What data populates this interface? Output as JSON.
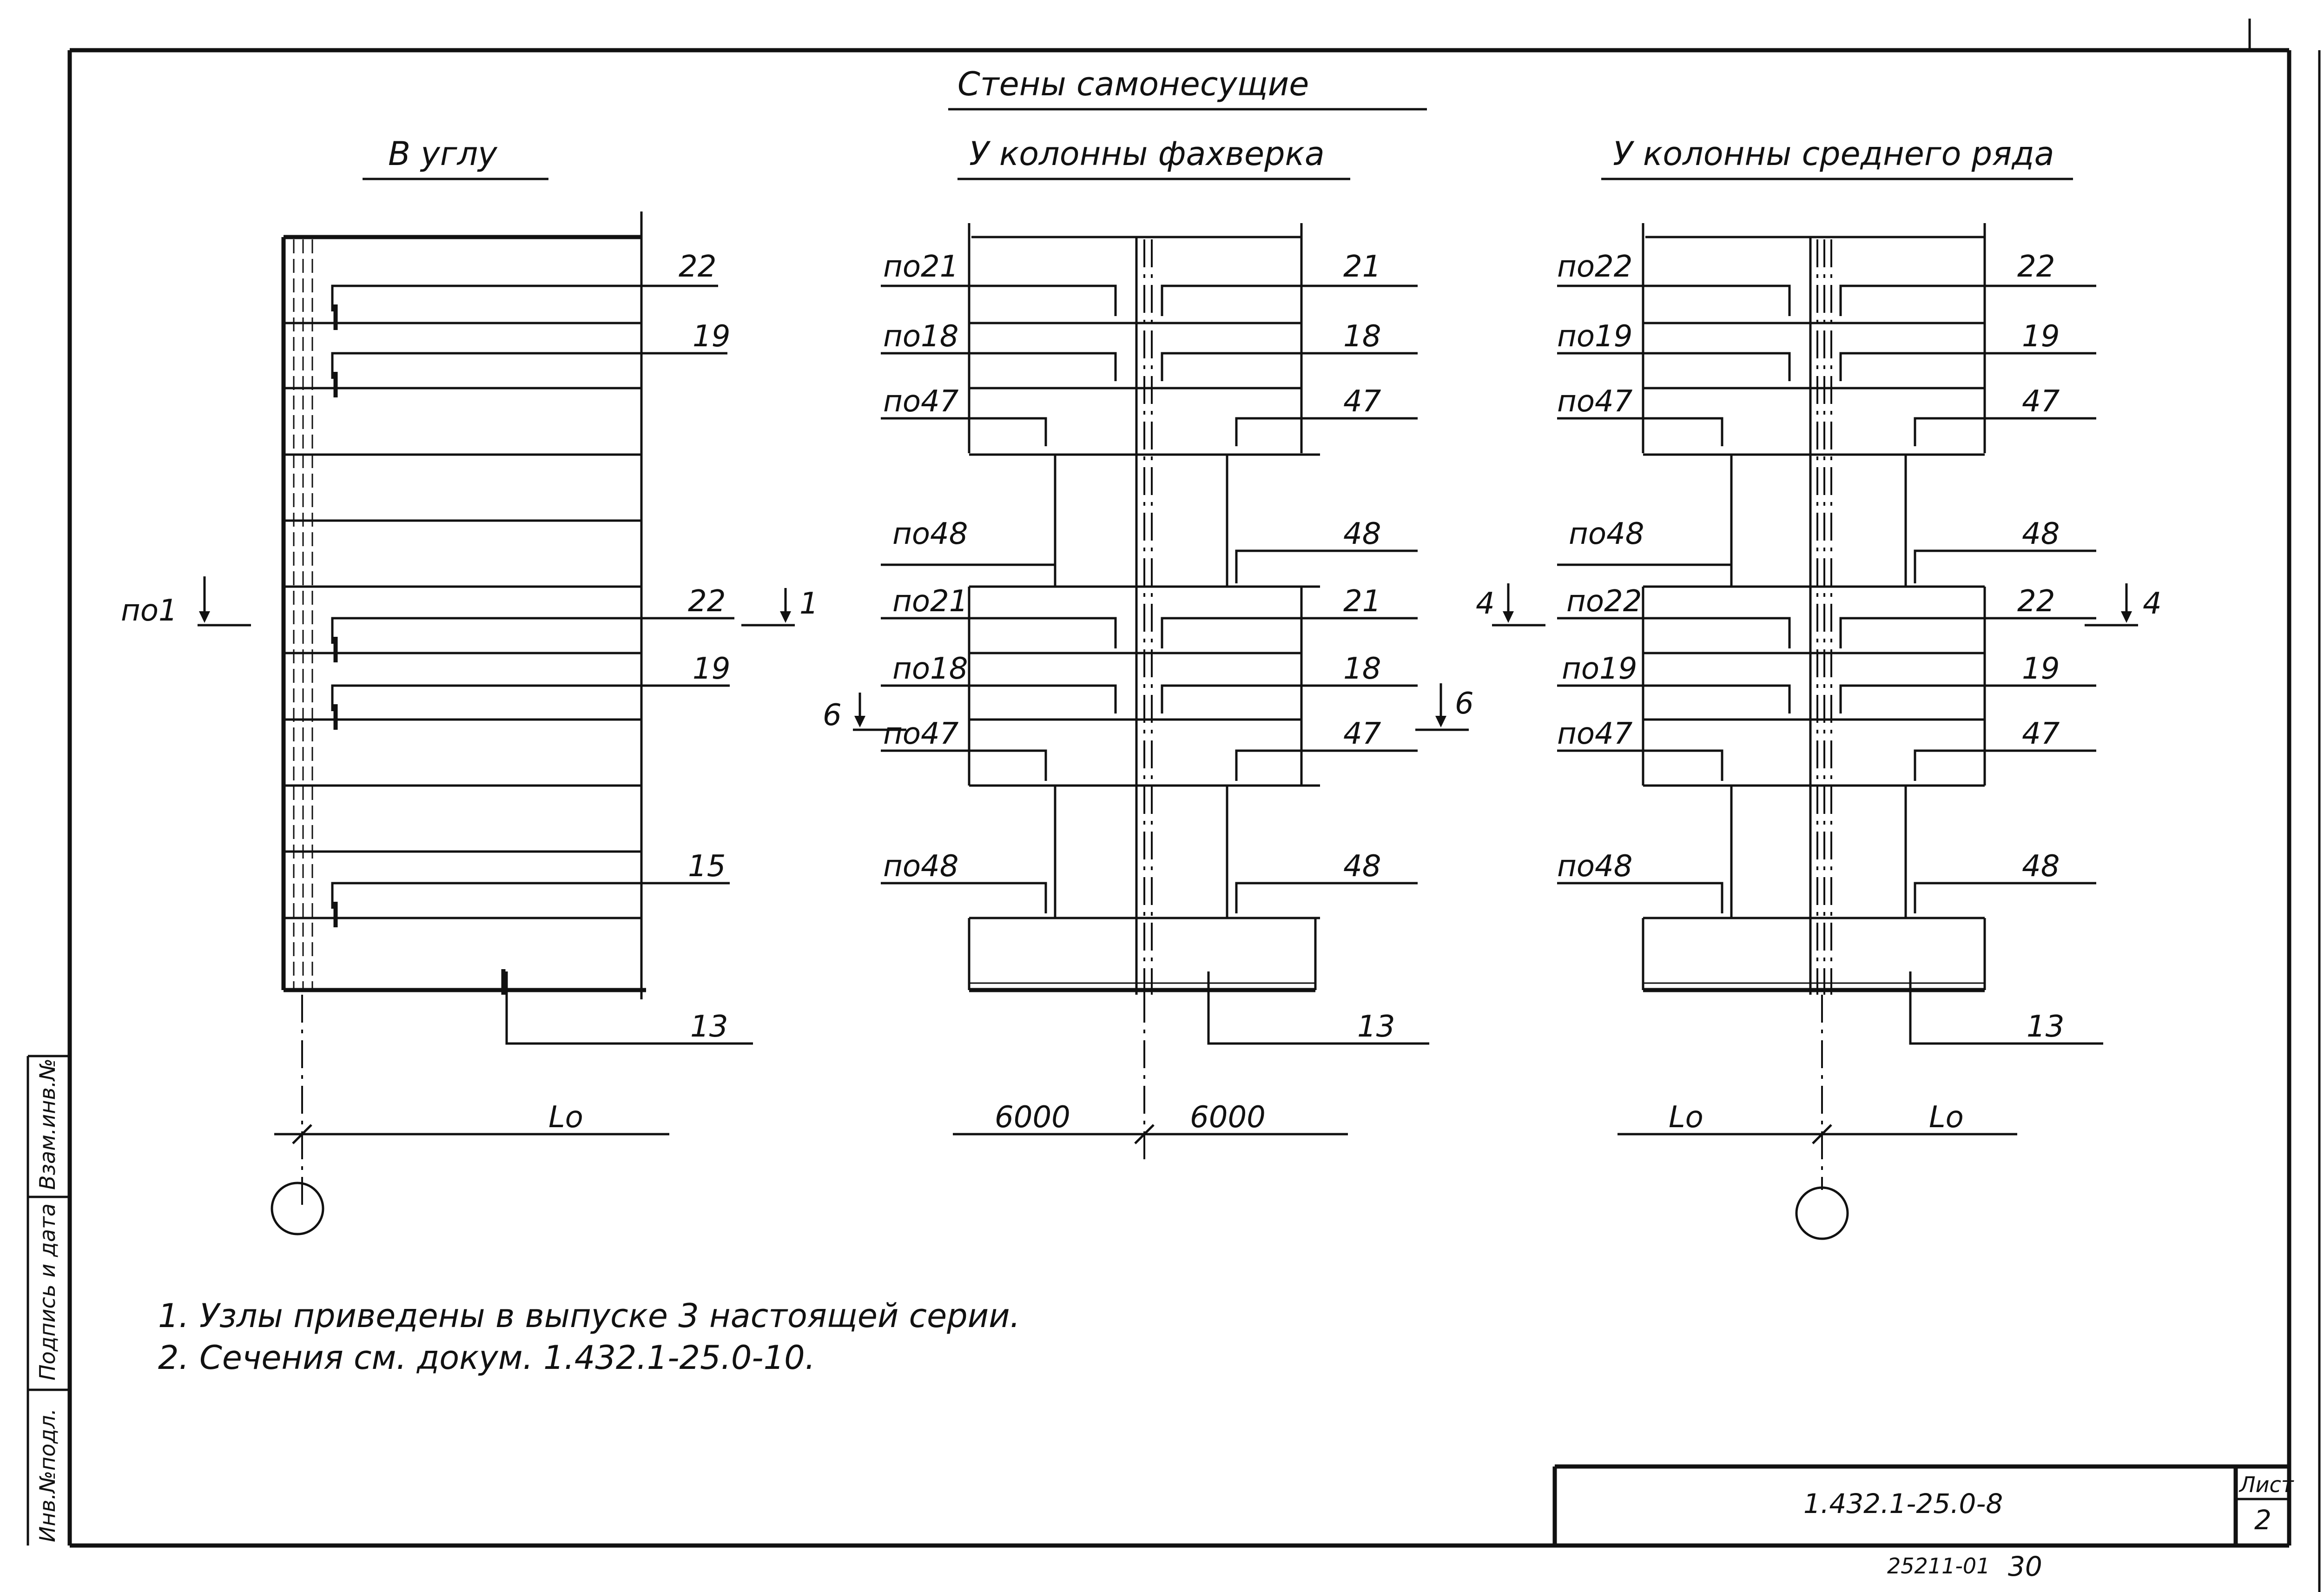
{
  "title": "Стены самонесущие",
  "sections": {
    "corner": {
      "title": "В углу",
      "markers": [
        "22",
        "19",
        "22",
        "19",
        "15",
        "13"
      ],
      "left_marker": "по1",
      "cut_marker": "1",
      "span": "Lо"
    },
    "timber": {
      "title": "У колонны фахверка",
      "left_markers": [
        "по21",
        "по18",
        "по47",
        "по48",
        "по21",
        "по18",
        "по47",
        "по48"
      ],
      "right_markers": [
        "21",
        "18",
        "47",
        "48",
        "21",
        "18",
        "47",
        "48",
        "13"
      ],
      "cut_marker": "6",
      "span_left": "6000",
      "span_right": "6000"
    },
    "middle": {
      "title": "У колонны среднего ряда",
      "left_markers": [
        "по22",
        "по19",
        "по47",
        "по48",
        "по22",
        "по19",
        "по47",
        "по48"
      ],
      "right_markers": [
        "22",
        "19",
        "47",
        "48",
        "22",
        "19",
        "47",
        "48",
        "13"
      ],
      "cut_marker": "4",
      "span_left": "Lо",
      "span_right": "Lо"
    }
  },
  "notes": [
    "1. Узлы приведены в выпуске 3 настоящей серии.",
    "2. Сечения см. докум. 1.432.1-25.0-10."
  ],
  "stamp": {
    "designation": "1.432.1-25.0-8",
    "sheet_label": "Лист",
    "sheet_number": "2",
    "bottom_code": "25211-01",
    "bottom_page": "30"
  },
  "side_column": {
    "cell_1": "Инв.№подл.",
    "cell_2": "Подпись и дата",
    "cell_3": "Взам.инв.№"
  }
}
